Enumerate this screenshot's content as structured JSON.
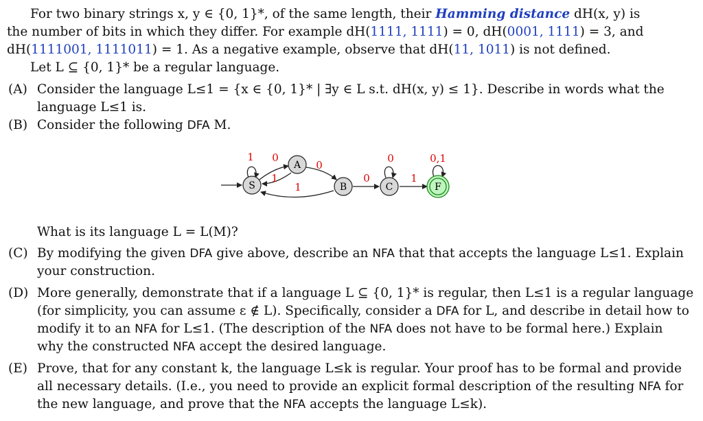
{
  "intro": {
    "line1_pre": "For two binary strings x, y ∈ {0, 1}*, of the same length, their",
    "hamming_term": "Hamming distance",
    "line1_post": "dH(x, y) is",
    "line2_pre": "the number of bits in which they differ. For example dH(",
    "ex1_args": "1111, 1111",
    "ex1_post": ") = 0, dH(",
    "ex2_args": "0001, 1111",
    "ex2_post": ") = 3, and",
    "line3_pre": "dH(",
    "ex3_args": "1111001, 1111011",
    "ex3_mid": ") = 1. As a negative example, observe that dH(",
    "ex4_args": "11, 1011",
    "ex4_post": ") is not defined.",
    "line4": "Let L ⊆ {0, 1}* be a regular language."
  },
  "parts": {
    "a": {
      "label": "(A)",
      "line1": "Consider the language L≤1 = {x ∈ {0, 1}* | ∃y ∈ L s.t. dH(x, y) ≤ 1}. Describe in words what the",
      "line2": "language L≤1 is."
    },
    "b": {
      "label": "(B)",
      "line1_pre": "Consider the following",
      "dfa_word": "DFA",
      "line1_post": "M.",
      "question": "What is its language L = L(M)?"
    },
    "c": {
      "label": "(C)",
      "line1_pre": "By modifying the given",
      "dfa_word": "DFA",
      "line1_mid": "give above, describe an",
      "nfa_word": "NFA",
      "line1_post": "that that accepts the language L≤1. Explain",
      "line2": "your construction."
    },
    "d": {
      "label": "(D)",
      "line1": "More generally, demonstrate that if a language L ⊆ {0, 1}* is regular, then L≤1 is a regular language",
      "line2_pre": "(for simplicity, you can assume ε ∉ L). Specifically, consider a",
      "dfa_word": "DFA",
      "line2_post": "for L, and describe in detail how to",
      "line3_pre": "modify it to an",
      "nfa_word": "NFA",
      "line3_mid": "for L≤1. (The description of the",
      "nfa_word2": "NFA",
      "line3_post": "does not have to be formal here.) Explain",
      "line4_pre": "why the constructed",
      "nfa_word3": "NFA",
      "line4_post": "accept the desired language."
    },
    "e": {
      "label": "(E)",
      "line1": "Prove, that for any constant k, the language L≤k is regular. Your proof has to be formal and provide",
      "line2_pre": "all necessary details. (I.e., you need to provide an explicit formal description of the resulting",
      "nfa_word": "NFA",
      "line2_post": "for",
      "line3_pre": "the new language, and prove that the",
      "nfa_word2": "NFA",
      "line3_post": "accepts the language L≤k)."
    }
  },
  "dfa": {
    "states": [
      "S",
      "A",
      "B",
      "C",
      "F"
    ],
    "start_state": "S",
    "accepting_states": [
      "F"
    ],
    "transition_labels": [
      "1",
      "0",
      "1",
      "1",
      "0",
      "0",
      "0",
      "1",
      "0,1"
    ],
    "colors": {
      "label": "#e00000",
      "accept_fill": "#bff5bf",
      "accept_ring": "#1a8a1a",
      "state_fill": "#d8d8d8"
    }
  }
}
